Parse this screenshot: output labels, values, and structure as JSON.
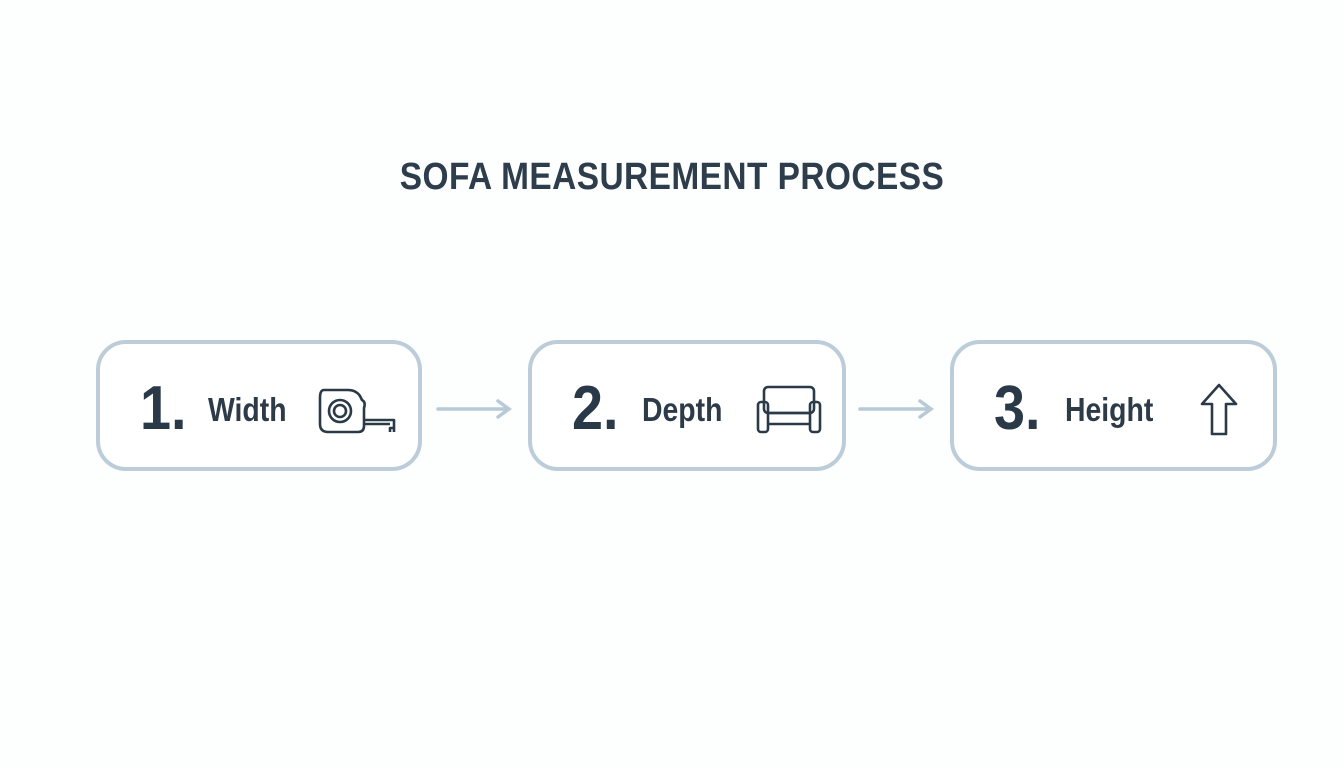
{
  "title": "SOFA MEASUREMENT PROCESS",
  "colors": {
    "text": "#2b3a48",
    "border": "#bccdd9",
    "arrow": "#b8cad6",
    "background": "#fdfefe"
  },
  "steps": [
    {
      "number": "1.",
      "label": "Width",
      "icon": "tape-measure-icon"
    },
    {
      "number": "2.",
      "label": "Depth",
      "icon": "armchair-icon"
    },
    {
      "number": "3.",
      "label": "Height",
      "icon": "up-arrow-icon"
    }
  ],
  "connectors": [
    "arrow-right",
    "arrow-right"
  ]
}
